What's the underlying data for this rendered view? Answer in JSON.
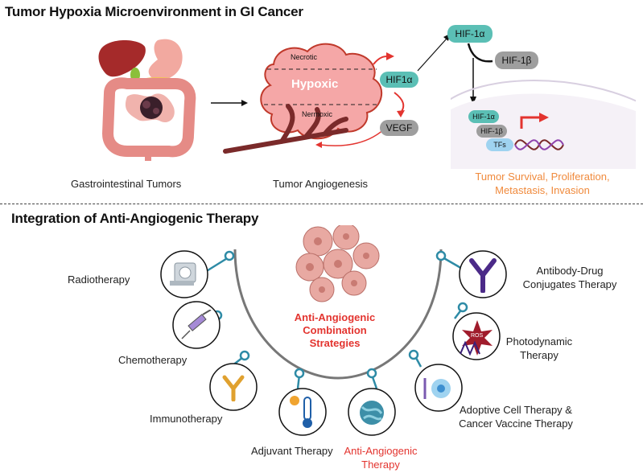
{
  "top": {
    "title": "Tumor Hypoxia Microenvironment in GI Cancer",
    "gi_label": "Gastrointestinal Tumors",
    "angio_label": "Tumor Angiogenesis",
    "necrotic": "Necrotic",
    "hypoxic": "Hypoxic",
    "normoxic": "Nermoxic",
    "hif1a_pill": "HIF1α",
    "vegf_pill": "VEGF",
    "hif1a_top": "HIF-1α",
    "hif1b_top": "HIF-1β",
    "hif1a_small": "HIF-1α",
    "hif1b_small": "HIF-1β",
    "tfs": "TFs",
    "outcome_line1": "Tumor Survival, Proliferation,",
    "outcome_line2": "Metastasis, Invasion"
  },
  "bottom": {
    "title": "Integration of Anti-Angiogenic Therapy",
    "center_line1": "Anti-Angiogenic",
    "center_line2": "Combination",
    "center_line3": "Strategies",
    "radiotherapy": "Radiotherapy",
    "chemotherapy": "Chemotherapy",
    "immunotherapy": "Immunotherapy",
    "adjuvant": "Adjuvant Therapy",
    "antiangio_line1": "Anti-Angiogenic",
    "antiangio_line2": "Therapy",
    "adc_line1": "Antibody-Drug",
    "adc_line2": "Conjugates Therapy",
    "pdt_line1": "Photodynamic",
    "pdt_line2": "Therapy",
    "act_line1": "Adoptive Cell Therapy &",
    "act_line2": "Cancer Vaccine Therapy",
    "ros": "ROS"
  },
  "colors": {
    "teal": "#5bbfb5",
    "pink": "#f5a7a7",
    "red": "#e3342f",
    "orange": "#f08a3c",
    "vessel": "#7a2a2a",
    "connector": "#2e8ba6"
  },
  "icons": {
    "radiotherapy": "radiotherapy-machine-icon",
    "chemotherapy": "syringe-icon",
    "immunotherapy": "antibody-icon",
    "adjuvant": "thermometer-icon",
    "antiangio": "vessel-cell-icon",
    "adoptive": "t-cell-icon",
    "photodynamic": "ros-star-icon",
    "adc": "antibody-drug-conjugate-icon"
  }
}
